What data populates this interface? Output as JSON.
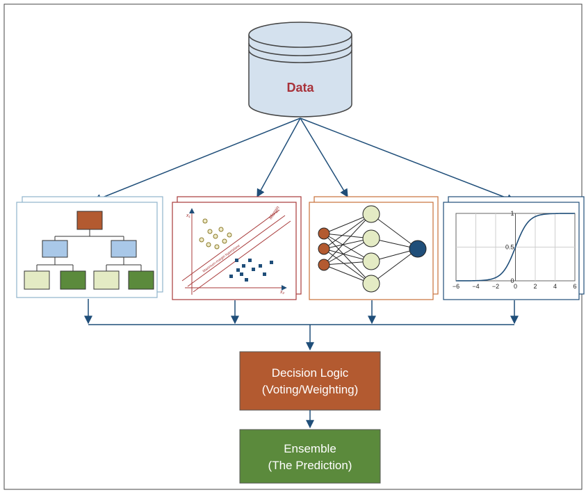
{
  "nodes": {
    "data": "Data",
    "decision_line1": "Decision Logic",
    "decision_line2": "(Voting/Weighting)",
    "ensemble_line1": "Ensemble",
    "ensemble_line2": "(The Prediction)"
  },
  "svm_panel": {
    "axis_x": "x₂",
    "axis_y": "x₁",
    "margin_label": "Margin",
    "hyperplane_label": "Maximum-margin hyperplane"
  },
  "sigmoid_panel": {
    "x_ticks": [
      "−6",
      "−4",
      "−2",
      "0",
      "2",
      "4",
      "6"
    ],
    "y_ticks": [
      "0",
      "0.5",
      "1"
    ]
  },
  "colors": {
    "arrow": "#1f4e79",
    "data_label": "#a8323a",
    "cylinder_fill": "#d4e1ee",
    "decision_fill": "#b35a30",
    "ensemble_fill": "#5b8a3c",
    "tree_border": "#8fb3cc",
    "svm_border": "#a83a3a",
    "nn_border": "#c8703a",
    "sigmoid_border": "#1f4e79"
  },
  "icons": [
    "database-icon",
    "decision-tree-icon",
    "svm-icon",
    "neural-network-icon",
    "sigmoid-curve-icon"
  ]
}
